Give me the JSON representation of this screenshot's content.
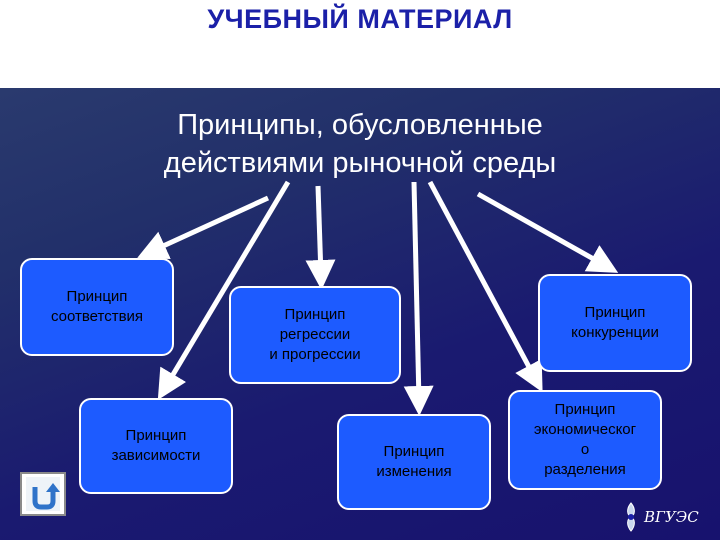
{
  "slide": {
    "title": "УЧЕБНЫЙ МАТЕРИАЛ",
    "heading_line1": "Принципы, обусловленные",
    "heading_line2": "действиями рыночной среды"
  },
  "boxes": [
    {
      "id": "correspondence",
      "lines": [
        "Принцип",
        "соответствия"
      ]
    },
    {
      "id": "dependence",
      "lines": [
        "Принцип",
        "зависимости"
      ]
    },
    {
      "id": "regression",
      "lines": [
        "Принцип",
        "регрессии",
        "и прогрессии"
      ]
    },
    {
      "id": "change",
      "lines": [
        "Принцип",
        "изменения"
      ]
    },
    {
      "id": "economic-separation",
      "lines": [
        "Принцип",
        "экономическог",
        "о",
        "разделения"
      ]
    },
    {
      "id": "competition",
      "lines": [
        "Принцип",
        "конкуренции"
      ]
    }
  ],
  "nav": {
    "icon": "return-arrow-icon"
  },
  "logo": {
    "text": "ВГУЭС",
    "icon": "emblem-icon"
  },
  "colors": {
    "title": "#1b20a8",
    "box_fill": "#1d5bff",
    "arrow": "#ffffff"
  }
}
